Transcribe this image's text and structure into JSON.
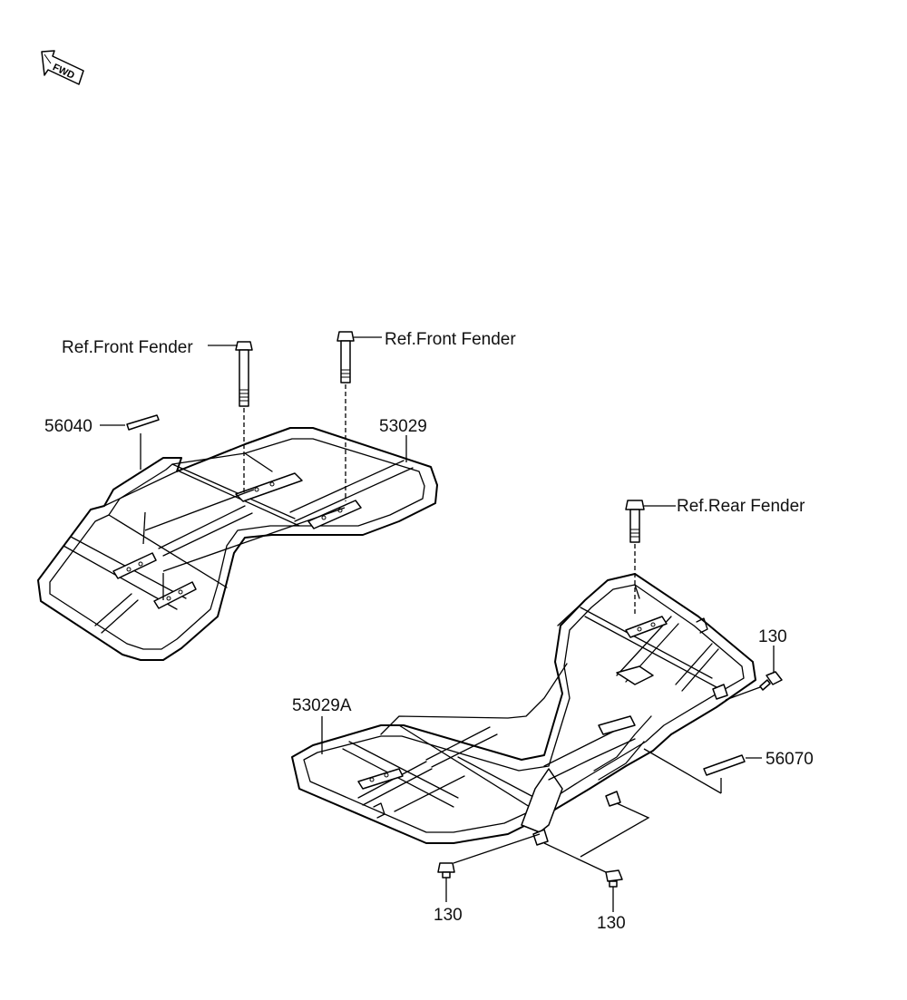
{
  "fwd_marker": {
    "text": "FWD"
  },
  "labels": {
    "ref_front_fender_left": "Ref.Front Fender",
    "ref_front_fender_right": "Ref.Front Fender",
    "ref_rear_fender": "Ref.Rear Fender",
    "part_56040": "56040",
    "part_53029": "53029",
    "part_53029A": "53029A",
    "part_56070": "56070",
    "part_130_right": "130",
    "part_130_bottom_left": "130",
    "part_130_bottom_center": "130"
  }
}
